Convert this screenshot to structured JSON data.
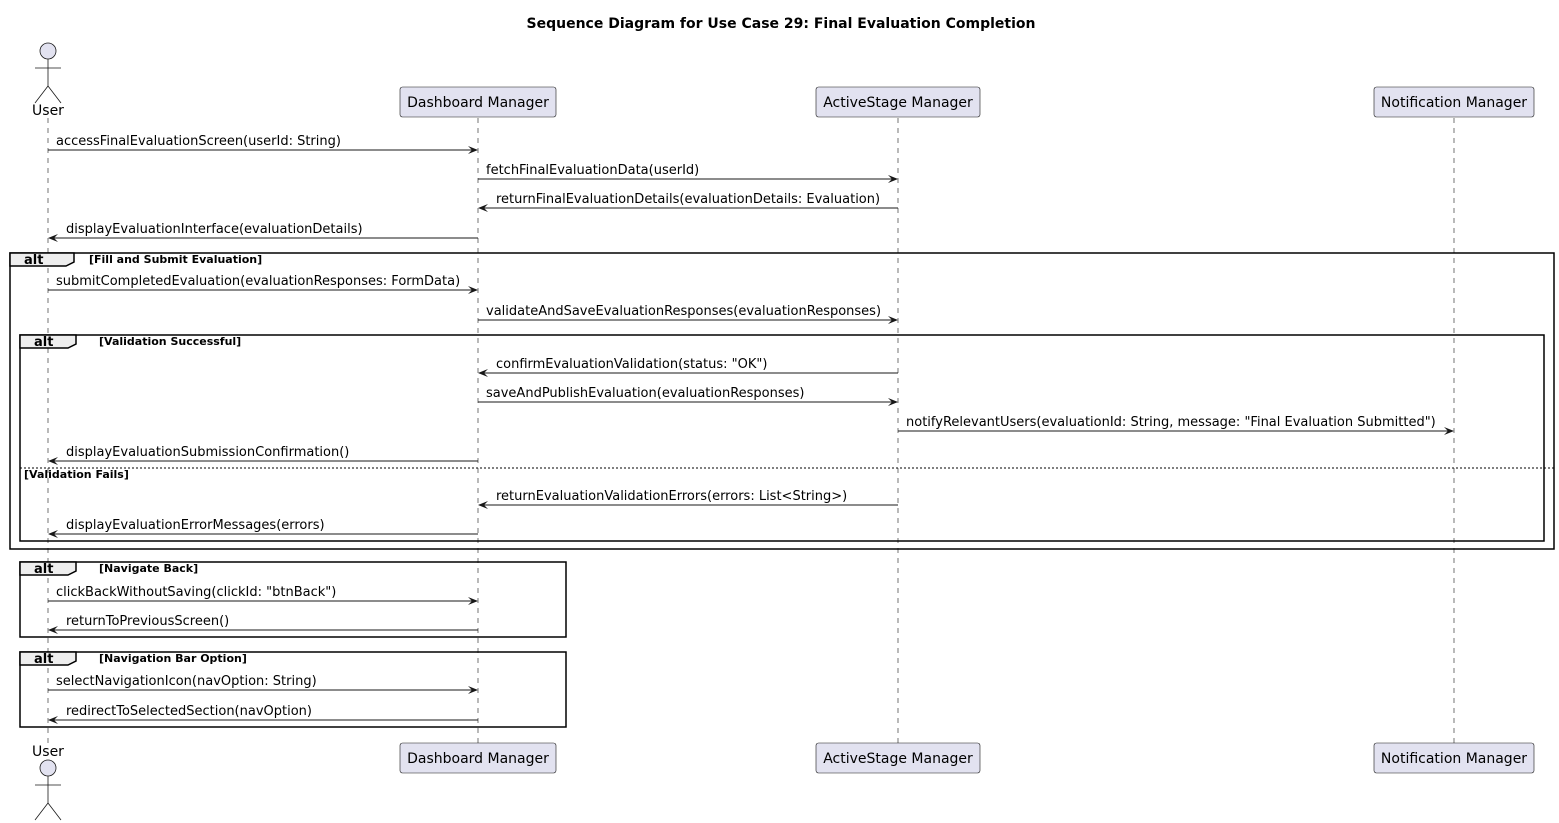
{
  "title": "Sequence Diagram for Use Case 29: Final Evaluation Completion",
  "participants": [
    {
      "id": "user",
      "label": "User",
      "kind": "actor"
    },
    {
      "id": "dashboard",
      "label": "Dashboard Manager",
      "kind": "participant"
    },
    {
      "id": "activestage",
      "label": "ActiveStage Manager",
      "kind": "participant"
    },
    {
      "id": "notification",
      "label": "Notification Manager",
      "kind": "participant"
    }
  ],
  "messages": [
    {
      "from": "user",
      "to": "dashboard",
      "label": "accessFinalEvaluationScreen(userId: String)"
    },
    {
      "from": "dashboard",
      "to": "activestage",
      "label": "fetchFinalEvaluationData(userId)"
    },
    {
      "from": "activestage",
      "to": "dashboard",
      "label": "returnFinalEvaluationDetails(evaluationDetails: Evaluation)"
    },
    {
      "from": "dashboard",
      "to": "user",
      "label": "displayEvaluationInterface(evaluationDetails)"
    },
    {
      "from": "user",
      "to": "dashboard",
      "label": "submitCompletedEvaluation(evaluationResponses: FormData)"
    },
    {
      "from": "dashboard",
      "to": "activestage",
      "label": "validateAndSaveEvaluationResponses(evaluationResponses)"
    },
    {
      "from": "activestage",
      "to": "dashboard",
      "label": "confirmEvaluationValidation(status: \"OK\")"
    },
    {
      "from": "dashboard",
      "to": "activestage",
      "label": "saveAndPublishEvaluation(evaluationResponses)"
    },
    {
      "from": "activestage",
      "to": "notification",
      "label": "notifyRelevantUsers(evaluationId: String, message: \"Final Evaluation Submitted\")"
    },
    {
      "from": "dashboard",
      "to": "user",
      "label": "displayEvaluationSubmissionConfirmation()"
    },
    {
      "from": "activestage",
      "to": "dashboard",
      "label": "returnEvaluationValidationErrors(errors: List<String>)"
    },
    {
      "from": "dashboard",
      "to": "user",
      "label": "displayEvaluationErrorMessages(errors)"
    },
    {
      "from": "user",
      "to": "dashboard",
      "label": "clickBackWithoutSaving(clickId: \"btnBack\")"
    },
    {
      "from": "dashboard",
      "to": "user",
      "label": "returnToPreviousScreen()"
    },
    {
      "from": "user",
      "to": "dashboard",
      "label": "selectNavigationIcon(navOption: String)"
    },
    {
      "from": "dashboard",
      "to": "user",
      "label": "redirectToSelectedSection(navOption)"
    }
  ],
  "fragments": [
    {
      "keyword": "alt",
      "guard": "[Fill and Submit Evaluation]"
    },
    {
      "keyword": "alt",
      "guard": "[Validation Successful]",
      "else_guard": "[Validation Fails]"
    },
    {
      "keyword": "alt",
      "guard": "[Navigate Back]"
    },
    {
      "keyword": "alt",
      "guard": "[Navigation Bar Option]"
    }
  ],
  "colors": {
    "participant_fill": "#E2E2F0",
    "stroke": "#181818",
    "fragment_tab": "#EEEEEE"
  }
}
